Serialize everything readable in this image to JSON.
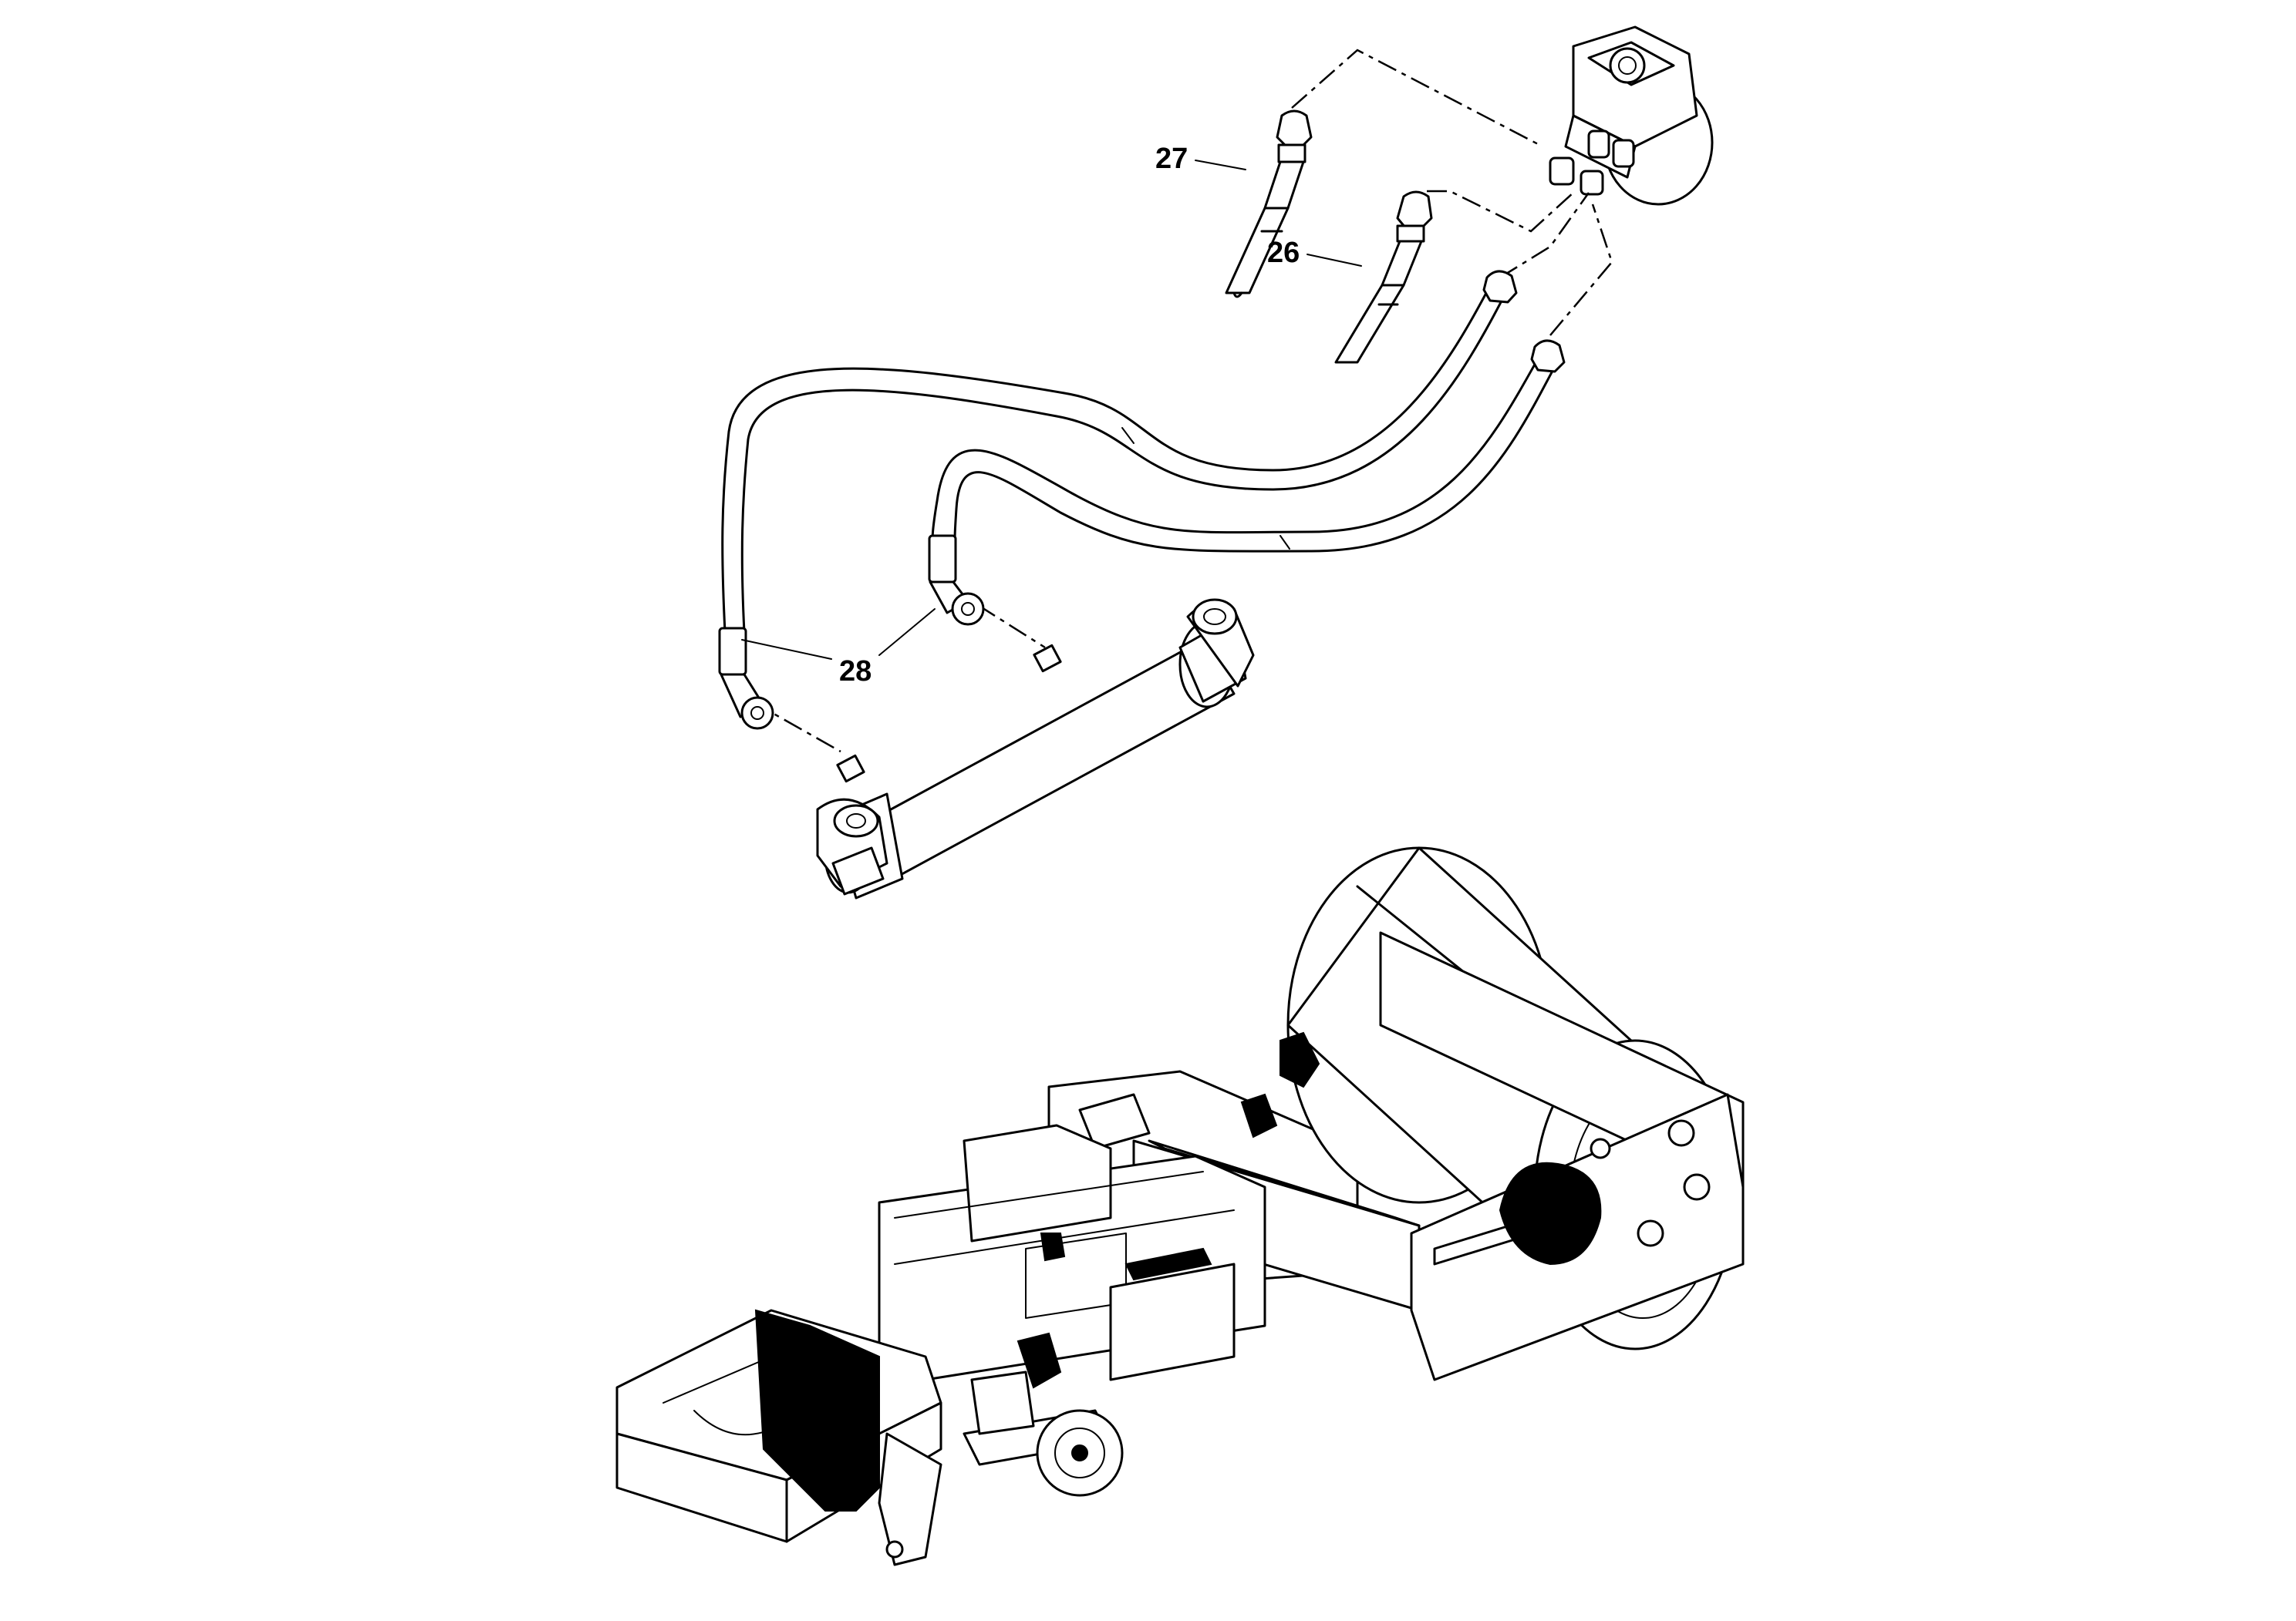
{
  "diagram": {
    "callouts": [
      {
        "id": "27",
        "label": "27",
        "part": "hose-27"
      },
      {
        "id": "26",
        "label": "26",
        "part": "hose-26"
      },
      {
        "id": "28",
        "label": "28",
        "part": "hose-pair-28"
      }
    ],
    "parts": [
      "steering-valve",
      "hose-27",
      "hose-26",
      "hose-pair-28",
      "steering-cylinder",
      "roller-machine-frame",
      "drum",
      "rear-axle",
      "radiator"
    ],
    "colors": {
      "line": "#000000",
      "background": "#ffffff"
    }
  }
}
